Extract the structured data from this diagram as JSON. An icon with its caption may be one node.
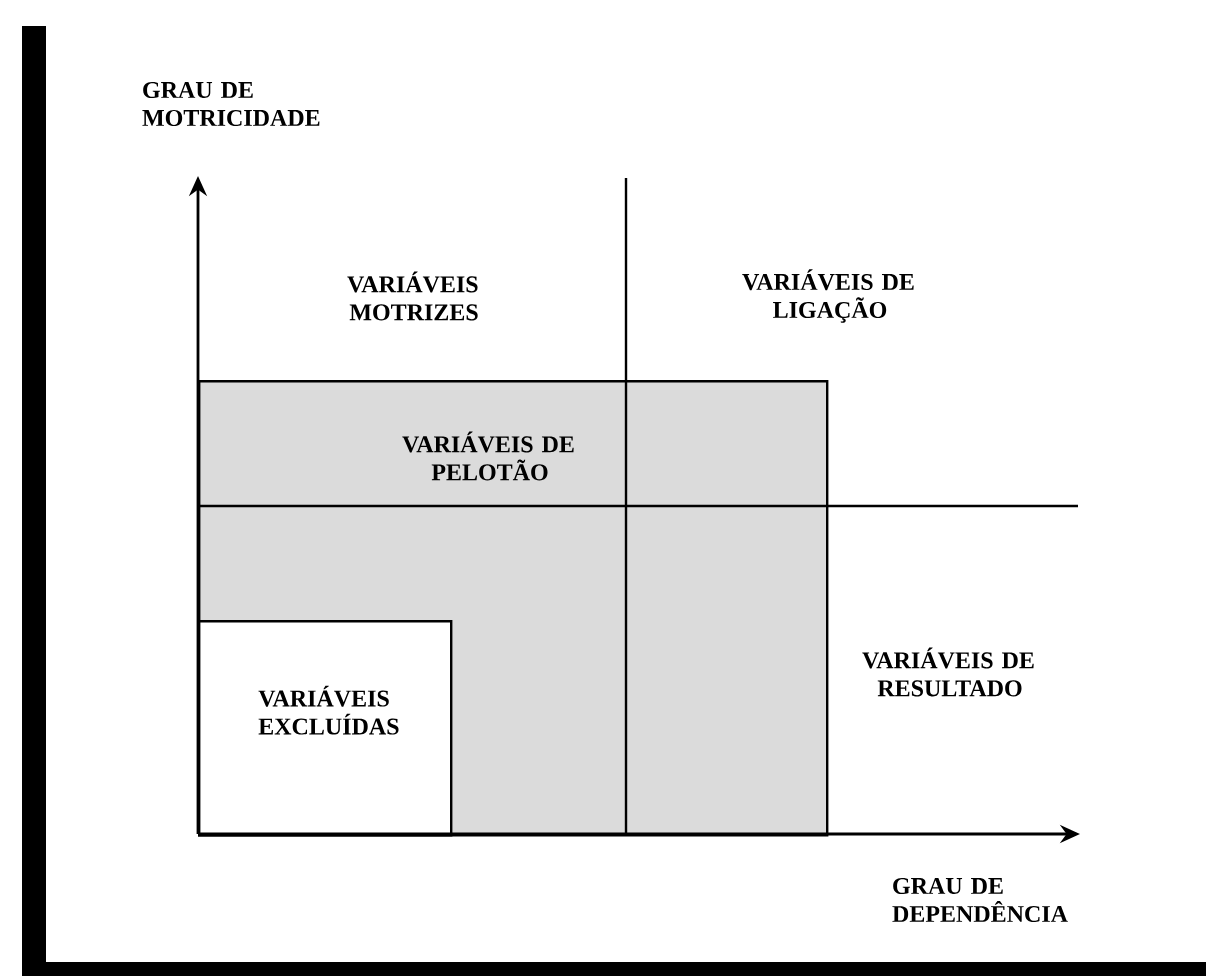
{
  "diagram": {
    "nodes": [
      {
        "text": [
          "VARIÁVEIS DE PELOTÃO"
        ]
      },
      {
        "text": [
          "VARIÁVEIS EXCLUÍDAS"
        ],
        "in": 0
      }
    ],
    "labels": [
      "GRAU DE MOTRICIDADE",
      "VARIÁVEIS MOTRIZES",
      "VARIÁVEIS DE LIGAÇÃO",
      "VARIÁVEIS DE RESULTADO",
      "GRAU DE DEPENDÊNCIA"
    ]
  }
}
